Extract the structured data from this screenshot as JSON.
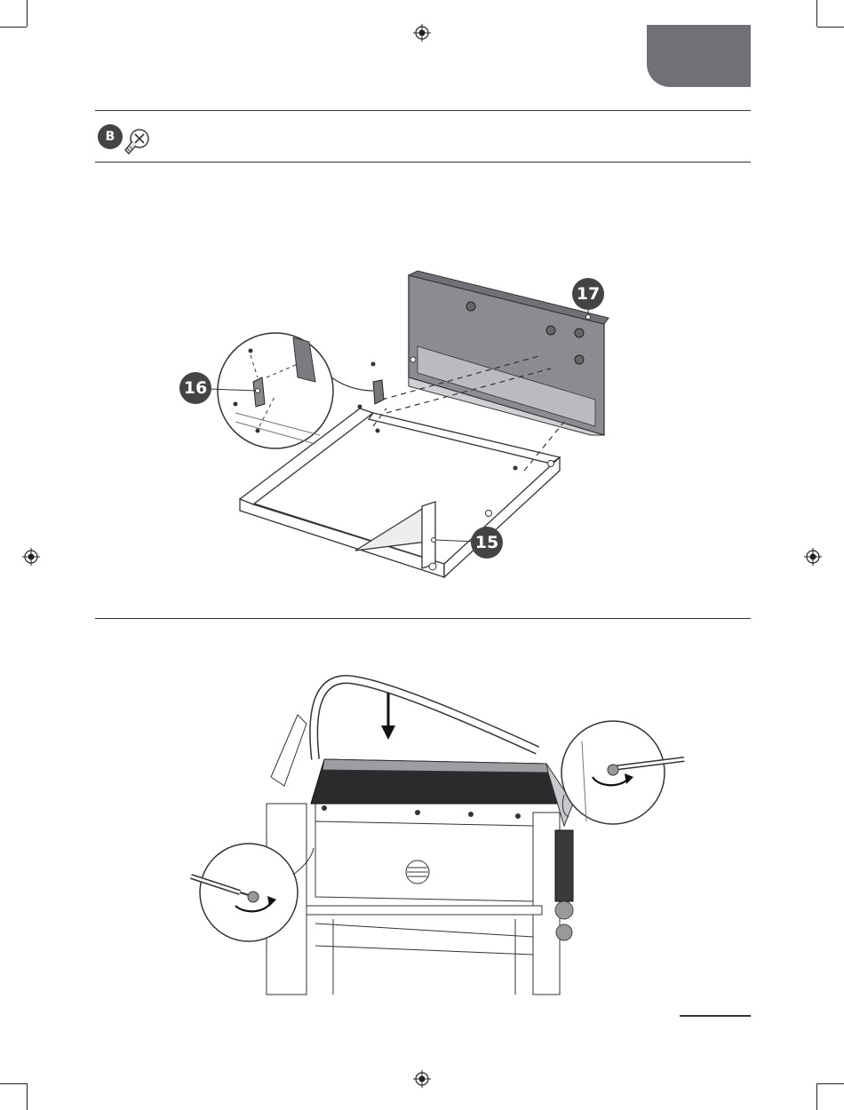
{
  "hardware_badge": {
    "letter": "B",
    "icon": "screw-icon"
  },
  "callouts": {
    "backboard": "17",
    "bracket": "16",
    "frame": "15"
  },
  "colors": {
    "tab_gray": "#6f7176",
    "badge_dark": "#444444",
    "panel_gray": "#8a8c90"
  }
}
